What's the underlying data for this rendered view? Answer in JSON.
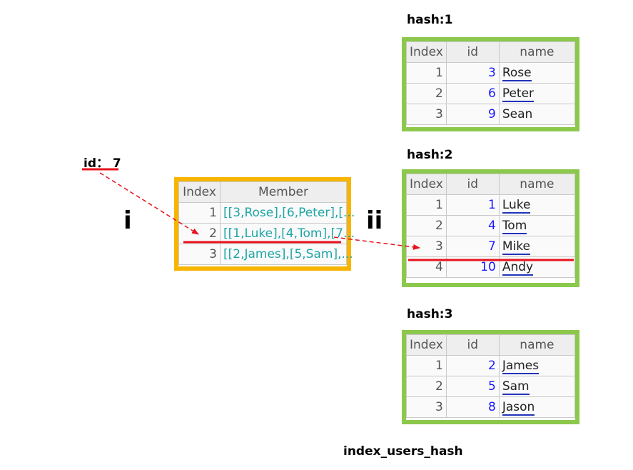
{
  "id_label": "id： 7",
  "step_i": "i",
  "step_ii": "ii",
  "footer": "index_users_hash",
  "index_table": {
    "headers": [
      "Index",
      "Member"
    ],
    "rows": [
      {
        "index": "1",
        "member": "[[3,Rose],[6,Peter],[..."
      },
      {
        "index": "2",
        "member": "[[1,Luke],[4,Tom],[7..."
      },
      {
        "index": "3",
        "member": "[[2,James],[5,Sam],..."
      }
    ]
  },
  "hash_tables": [
    {
      "title": "hash:1",
      "headers": [
        "Index",
        "id",
        "name"
      ],
      "rows": [
        {
          "index": "1",
          "id": "3",
          "name": "Rose"
        },
        {
          "index": "2",
          "id": "6",
          "name": "Peter"
        },
        {
          "index": "3",
          "id": "9",
          "name": "Sean"
        }
      ]
    },
    {
      "title": "hash:2",
      "headers": [
        "Index",
        "id",
        "name"
      ],
      "rows": [
        {
          "index": "1",
          "id": "1",
          "name": "Luke"
        },
        {
          "index": "2",
          "id": "4",
          "name": "Tom"
        },
        {
          "index": "3",
          "id": "7",
          "name": "Mike"
        },
        {
          "index": "4",
          "id": "10",
          "name": "Andy"
        }
      ]
    },
    {
      "title": "hash:3",
      "headers": [
        "Index",
        "id",
        "name"
      ],
      "rows": [
        {
          "index": "1",
          "id": "2",
          "name": "James"
        },
        {
          "index": "2",
          "id": "5",
          "name": "Sam"
        },
        {
          "index": "3",
          "id": "8",
          "name": "Jason"
        }
      ]
    }
  ],
  "colors": {
    "frame_green": "#8cc84b",
    "frame_orange": "#f7b500",
    "arrow_red": "#e8121c"
  }
}
